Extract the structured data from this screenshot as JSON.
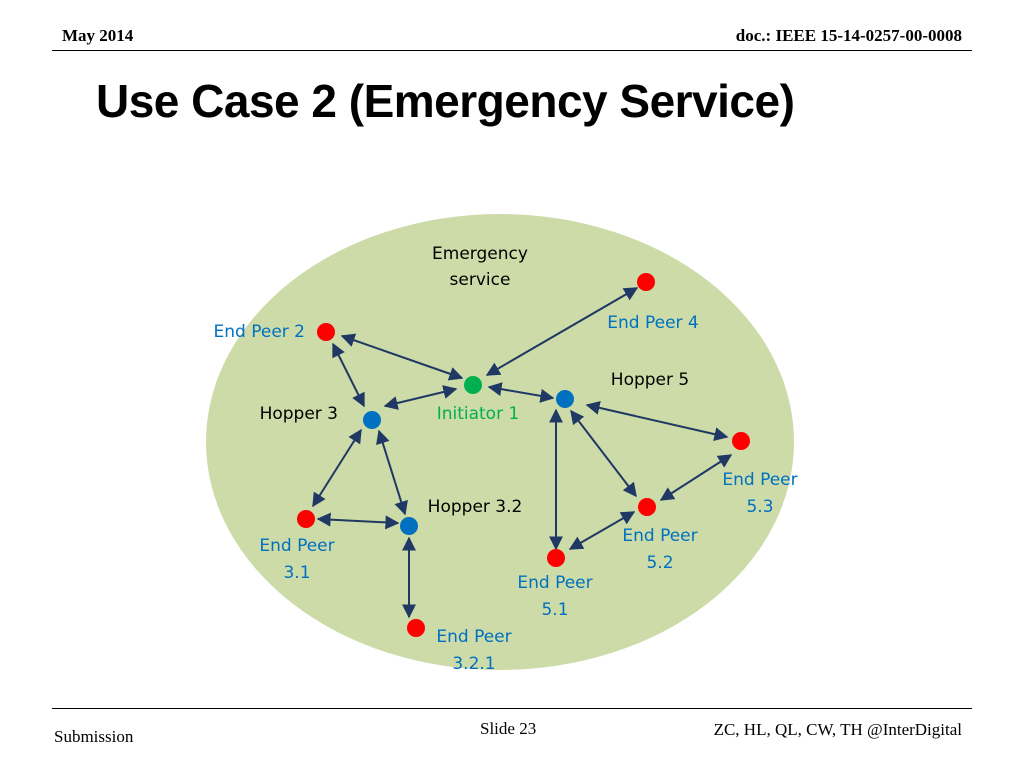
{
  "header": {
    "date": "May 2014",
    "doc_id": "doc.: IEEE 15-14-0257-00-0008"
  },
  "title": "Use Case 2 (Emergency Service)",
  "diagram": {
    "area_label_line1": "Emergency",
    "area_label_line2": "service",
    "nodes": {
      "end_peer_2": "End Peer 2",
      "end_peer_4": "End Peer 4",
      "hopper_5": "Hopper 5",
      "hopper_3": "Hopper 3",
      "initiator_1": "Initiator 1",
      "end_peer_5_3_a": "End Peer",
      "end_peer_5_3_b": "5.3",
      "hopper_3_2": "Hopper 3.2",
      "end_peer_5_2_a": "End Peer",
      "end_peer_5_2_b": "5.2",
      "end_peer_3_1_a": "End Peer",
      "end_peer_3_1_b": "3.1",
      "end_peer_5_1_a": "End Peer",
      "end_peer_5_1_b": "5.1",
      "end_peer_3_2_1_a": "End Peer",
      "end_peer_3_2_1_b": "3.2.1"
    },
    "colors": {
      "area_fill": "#cddba8",
      "end_peer": "#ff0000",
      "hopper": "#0070c0",
      "initiator": "#00b050",
      "blue_label": "#0070c0",
      "arrow": "#1f3864"
    }
  },
  "footer": {
    "left": "Submission",
    "slide": "Slide 23",
    "authors": "ZC, HL, QL, CW, TH @InterDigital"
  }
}
